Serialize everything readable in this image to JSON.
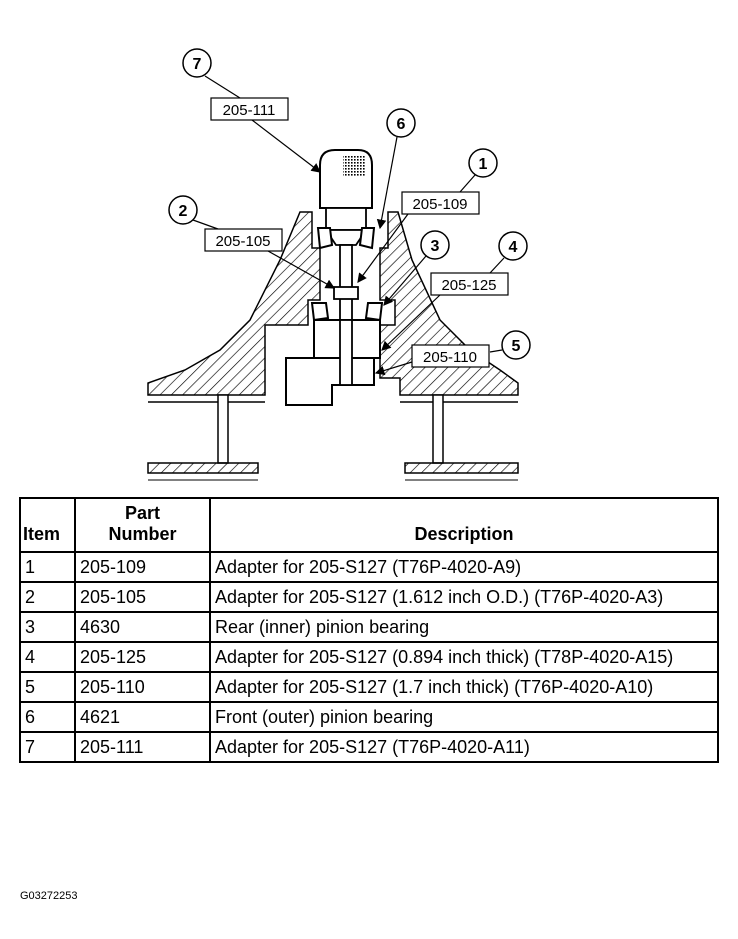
{
  "callouts": {
    "c7": {
      "num": "7",
      "part": "205-111"
    },
    "c6": {
      "num": "6"
    },
    "c1": {
      "num": "1",
      "part": "205-109"
    },
    "c2": {
      "num": "2",
      "part": "205-105"
    },
    "c3": {
      "num": "3"
    },
    "c4": {
      "num": "4",
      "part": "205-125"
    },
    "c5": {
      "num": "5",
      "part": "205-110"
    }
  },
  "table": {
    "headers": {
      "item": "Item",
      "part_line1": "Part",
      "part_line2": "Number",
      "description": "Description"
    },
    "rows": [
      {
        "item": "1",
        "part": "205-109",
        "description": "Adapter for 205-S127 (T76P-4020-A9)"
      },
      {
        "item": "2",
        "part": "205-105",
        "description": "Adapter for 205-S127 (1.612 inch O.D.) (T76P-4020-A3)"
      },
      {
        "item": "3",
        "part": "4630",
        "description": "Rear (inner) pinion bearing"
      },
      {
        "item": "4",
        "part": "205-125",
        "description": "Adapter for 205-S127 (0.894 inch thick) (T78P-4020-A15)"
      },
      {
        "item": "5",
        "part": "205-110",
        "description": "Adapter for 205-S127 (1.7 inch thick) (T76P-4020-A10)"
      },
      {
        "item": "6",
        "part": "4621",
        "description": "Front (outer) pinion bearing"
      },
      {
        "item": "7",
        "part": "205-111",
        "description": "Adapter for 205-S127 (T76P-4020-A11)"
      }
    ]
  },
  "figure_id": "G03272253"
}
